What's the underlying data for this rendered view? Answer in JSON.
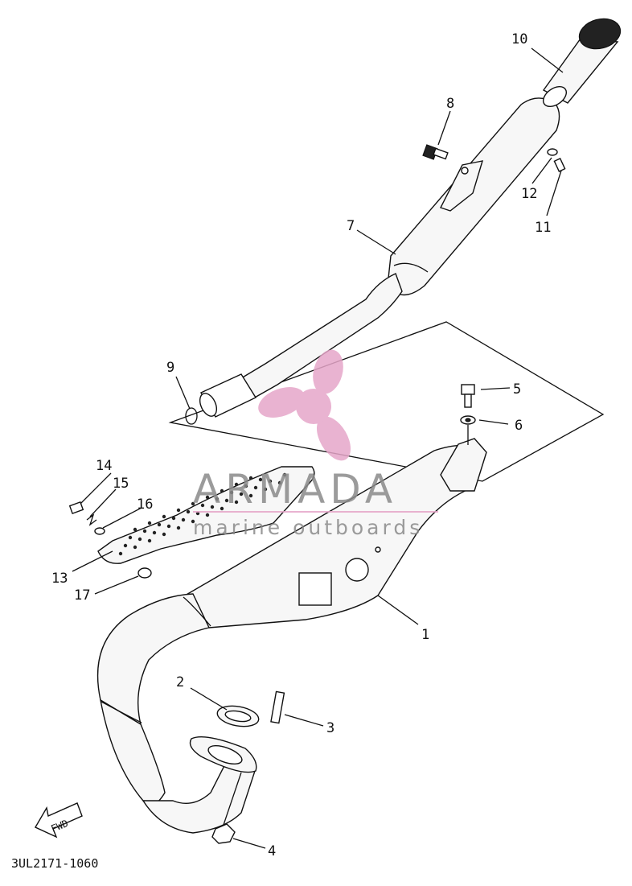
{
  "callouts": [
    {
      "n": "1"
    },
    {
      "n": "2"
    },
    {
      "n": "3"
    },
    {
      "n": "4"
    },
    {
      "n": "5"
    },
    {
      "n": "6"
    },
    {
      "n": "7"
    },
    {
      "n": "8"
    },
    {
      "n": "9"
    },
    {
      "n": "10"
    },
    {
      "n": "11"
    },
    {
      "n": "12"
    },
    {
      "n": "13"
    },
    {
      "n": "14"
    },
    {
      "n": "15"
    },
    {
      "n": "16"
    },
    {
      "n": "17"
    }
  ],
  "direction_label": "FWD",
  "drawing_code": "3UL2171-1060",
  "watermark": {
    "brand": "ARMADA",
    "tagline": "marine outboards",
    "color": "#e6a6c9"
  }
}
